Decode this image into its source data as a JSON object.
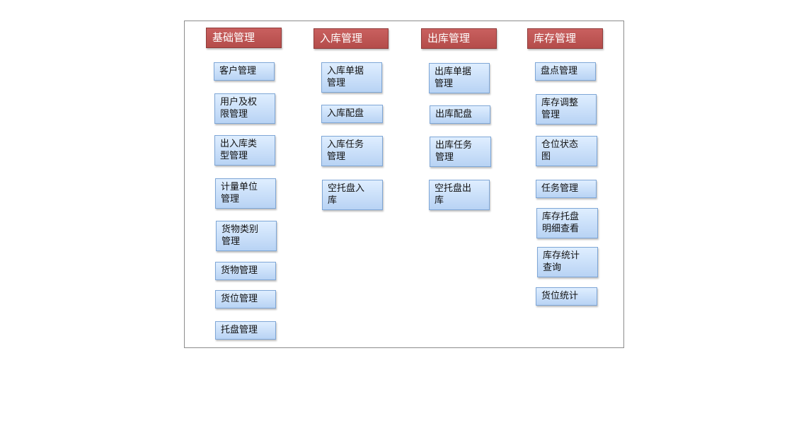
{
  "columns": [
    {
      "header": "基础管理",
      "items": [
        "客户管理",
        "用户及权\n限管理",
        "出入库类\n型管理",
        "计量单位\n管理",
        "货物类别\n管理",
        "货物管理",
        "货位管理",
        "托盘管理"
      ]
    },
    {
      "header": "入库管理",
      "items": [
        "入库单据\n管理",
        "入库配盘",
        "入库任务\n管理",
        "空托盘入\n库"
      ]
    },
    {
      "header": "出库管理",
      "items": [
        "出库单据\n管理",
        "出库配盘",
        "出库任务\n管理",
        "空托盘出\n库"
      ]
    },
    {
      "header": "库存管理",
      "items": [
        "盘点管理",
        "库存调整\n管理",
        "仓位状态\n图",
        "任务管理",
        "库存托盘\n明细查看",
        "库存统计\n查询",
        "货位统计"
      ]
    }
  ]
}
